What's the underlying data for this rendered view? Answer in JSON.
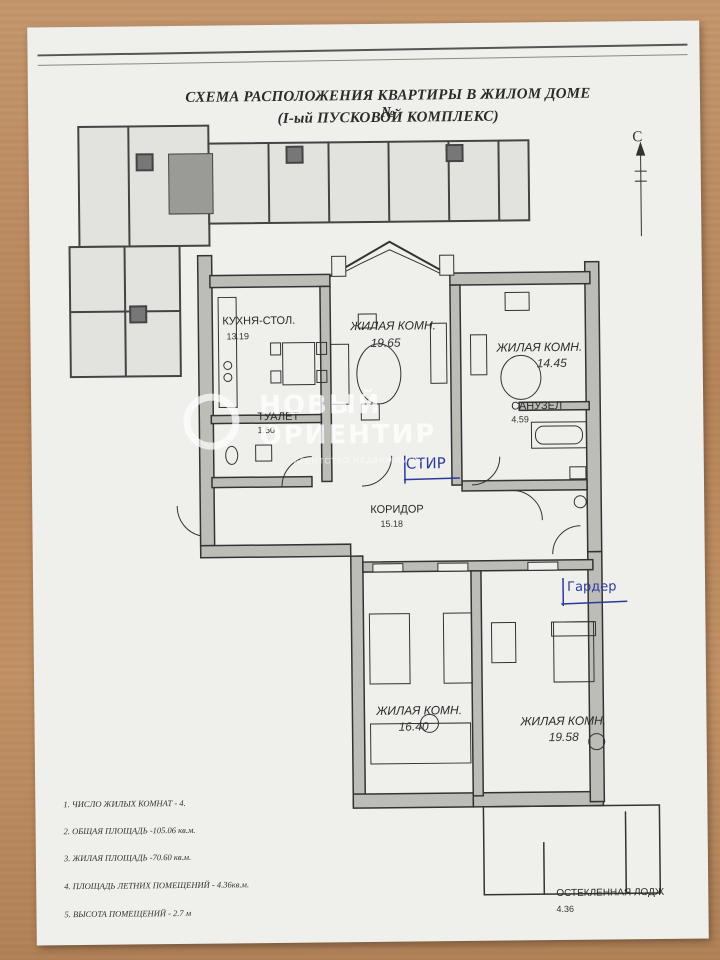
{
  "document": {
    "title_line1": "СХЕМА РАСПОЛОЖЕНИЯ КВАРТИРЫ В ЖИЛОМ ДОМЕ №",
    "title_line2": "(I-ый ПУСКОВОЙ КОМПЛЕКС)",
    "compass_letter": "С"
  },
  "rooms": {
    "kitchen": {
      "label": "КУХНЯ-СТОЛ.",
      "area": "13.19"
    },
    "living_center": {
      "label": "ЖИЛАЯ КОМН.",
      "area": "19.65"
    },
    "living_ne": {
      "label": "ЖИЛАЯ КОМН.",
      "area": "14.45"
    },
    "toilet": {
      "label": "ТУАЛЕТ",
      "area": "1.50"
    },
    "bathroom": {
      "label": "САНУЗЕЛ",
      "area": "4.59"
    },
    "corridor": {
      "label": "КОРИДОР",
      "area": "15.18"
    },
    "living_sw": {
      "label": "ЖИЛАЯ КОМН.",
      "area": "16.40"
    },
    "living_se": {
      "label": "ЖИЛАЯ КОМН.",
      "area": "19.58"
    },
    "loggia": {
      "label": "ОСТЕКЛЕННАЯ ЛОДЖ",
      "area": "4.36"
    }
  },
  "handwritten": {
    "laundry": "СТИР",
    "wardrobe": "Гардер"
  },
  "notes": [
    "1. ЧИСЛО ЖИЛЫХ КОМНАТ - 4.",
    "2. ОБЩАЯ ПЛОЩАДЬ -105.06 кв.м.",
    "3. ЖИЛАЯ ПЛОЩАДЬ -70.60 кв.м.",
    "4. ПЛОЩАДЬ ЛЕТНИХ ПОМЕЩЕНИЙ - 4.36кв.м.",
    "5. ВЫСОТА ПОМЕЩЕНИЙ - 2.7 м"
  ],
  "watermark": {
    "line1": "НОВЫЙ",
    "line2": "ОРИЕНТИР",
    "line3": "АГЕНТСТВО НЕДВИЖИМОСТИ"
  },
  "colors": {
    "ink": "#2b2b2b",
    "wall_fill": "#bdbdb8",
    "pen_blue": "#2d3a9c",
    "paper": "#efefec",
    "wood": "#c08f62"
  }
}
